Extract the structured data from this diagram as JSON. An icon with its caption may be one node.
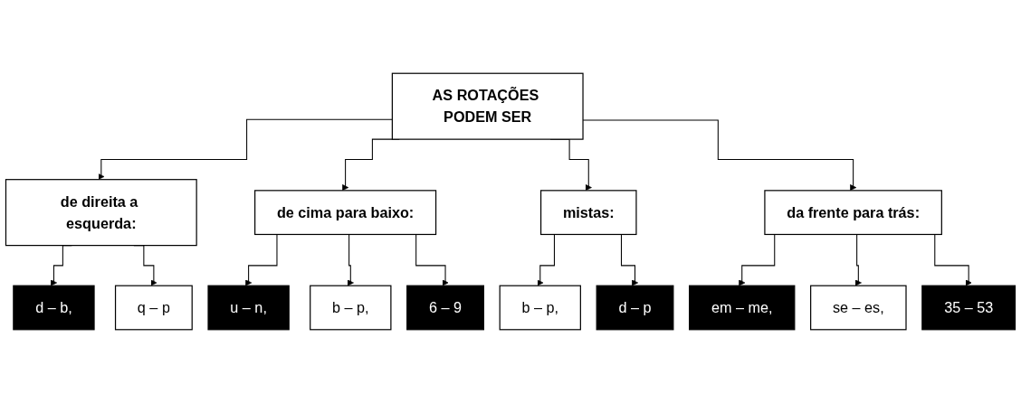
{
  "diagram": {
    "nodes": [
      {
        "text": [
          "AS ROTAÇÕES PODEM SER"
        ]
      },
      {
        "text": [
          "de direita a esquerda:"
        ]
      },
      {
        "text": [
          "de cima para baixo:"
        ]
      },
      {
        "text": [
          "mistas:"
        ]
      },
      {
        "text": [
          "da frente para trás:"
        ]
      },
      {
        "text": [
          "d – b,"
        ]
      },
      {
        "text": [
          "q – p"
        ]
      },
      {
        "text": [
          "u – n,"
        ]
      },
      {
        "text": [
          "b – p,"
        ]
      },
      {
        "text": [
          "6 – 9"
        ]
      },
      {
        "text": [
          "b – p,"
        ]
      },
      {
        "text": [
          "d – p"
        ]
      },
      {
        "text": [
          "em – me,"
        ]
      },
      {
        "text": [
          "se – es,"
        ]
      },
      {
        "text": [
          "35 – 53"
        ]
      }
    ],
    "edges": [
      {
        "from": 0,
        "to": 1,
        "arrow": "to"
      },
      {
        "from": 0,
        "to": 2,
        "arrow": "to"
      },
      {
        "from": 0,
        "to": 3,
        "arrow": "to"
      },
      {
        "from": 0,
        "to": 4,
        "arrow": "to"
      },
      {
        "from": 1,
        "to": 5,
        "arrow": "to"
      },
      {
        "from": 1,
        "to": 6,
        "arrow": "to"
      },
      {
        "from": 2,
        "to": 7,
        "arrow": "to"
      },
      {
        "from": 2,
        "to": 8,
        "arrow": "to"
      },
      {
        "from": 2,
        "to": 9,
        "arrow": "to"
      },
      {
        "from": 3,
        "to": 10,
        "arrow": "to"
      },
      {
        "from": 3,
        "to": 11,
        "arrow": "to"
      },
      {
        "from": 4,
        "to": 12,
        "arrow": "to"
      },
      {
        "from": 4,
        "to": 13,
        "arrow": "to"
      },
      {
        "from": 4,
        "to": 14,
        "arrow": "to"
      }
    ]
  }
}
